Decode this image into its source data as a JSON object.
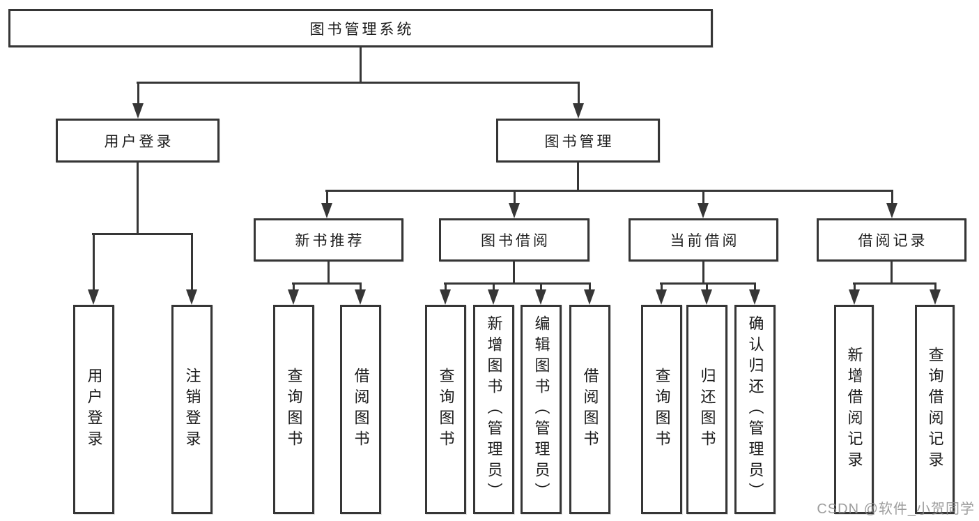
{
  "diagram_type": "hierarchy-tree",
  "colors": {
    "line": "#363636",
    "box_border": "#363636",
    "box_fill": "#ffffff",
    "text": "#1c1c1c",
    "watermark": "#8c8c8c",
    "background": "#ffffff"
  },
  "tree": {
    "label": "图书管理系统",
    "children": [
      {
        "label": "用户登录",
        "children": [
          {
            "label": "用户登录"
          },
          {
            "label": "注销登录"
          }
        ]
      },
      {
        "label": "图书管理",
        "children": [
          {
            "label": "新书推荐",
            "children": [
              {
                "label": "查询图书"
              },
              {
                "label": "借阅图书"
              }
            ]
          },
          {
            "label": "图书借阅",
            "children": [
              {
                "label": "查询图书"
              },
              {
                "label": "新增图书（管理员）"
              },
              {
                "label": "编辑图书（管理员）"
              },
              {
                "label": "借阅图书"
              }
            ]
          },
          {
            "label": "当前借阅",
            "children": [
              {
                "label": "查询图书"
              },
              {
                "label": "归还图书"
              },
              {
                "label": "确认归还（管理员）"
              }
            ]
          },
          {
            "label": "借阅记录",
            "children": [
              {
                "label": "新增借阅记录"
              },
              {
                "label": "查询借阅记录"
              }
            ]
          }
        ]
      }
    ]
  },
  "watermark": "CSDN @软件_小贺同学"
}
